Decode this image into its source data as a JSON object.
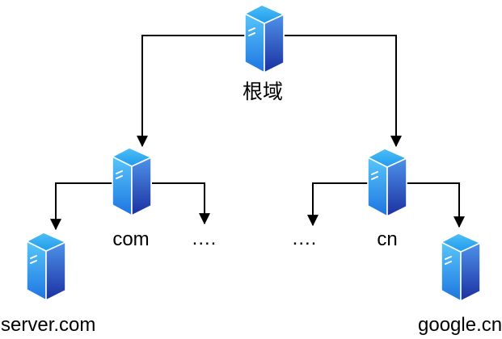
{
  "diagram": {
    "title_none": "",
    "background_color": "#ffffff",
    "connector_color": "#000000",
    "label_color": "#000000",
    "icon": {
      "semantic": "server-icon",
      "colors": {
        "top_face": "#2FA7F0",
        "top_face_gradient": [
          "#4FBFF6",
          "#1E9AEC"
        ],
        "left_face_gradient": [
          "#58C7FA",
          "#1E74E0"
        ],
        "right_face_gradient": [
          "#4E93EA",
          "#1B2FA0"
        ],
        "edge": "#FFFFFF"
      }
    },
    "nodes": {
      "root": {
        "label": "根域"
      },
      "tld_com": {
        "label": "com"
      },
      "dots_left": {
        "label": "...."
      },
      "dots_right": {
        "label": "...."
      },
      "tld_cn": {
        "label": "cn"
      },
      "host_com": {
        "label": "server.com"
      },
      "host_cn": {
        "label": "google.cn"
      }
    },
    "edges": [
      {
        "from": "root",
        "to": "tld_com"
      },
      {
        "from": "root",
        "to": "tld_cn"
      },
      {
        "from": "tld_com",
        "to": "host_com"
      },
      {
        "from": "tld_com",
        "to": "dots_left"
      },
      {
        "from": "tld_cn",
        "to": "dots_right"
      },
      {
        "from": "tld_cn",
        "to": "host_cn"
      }
    ]
  }
}
